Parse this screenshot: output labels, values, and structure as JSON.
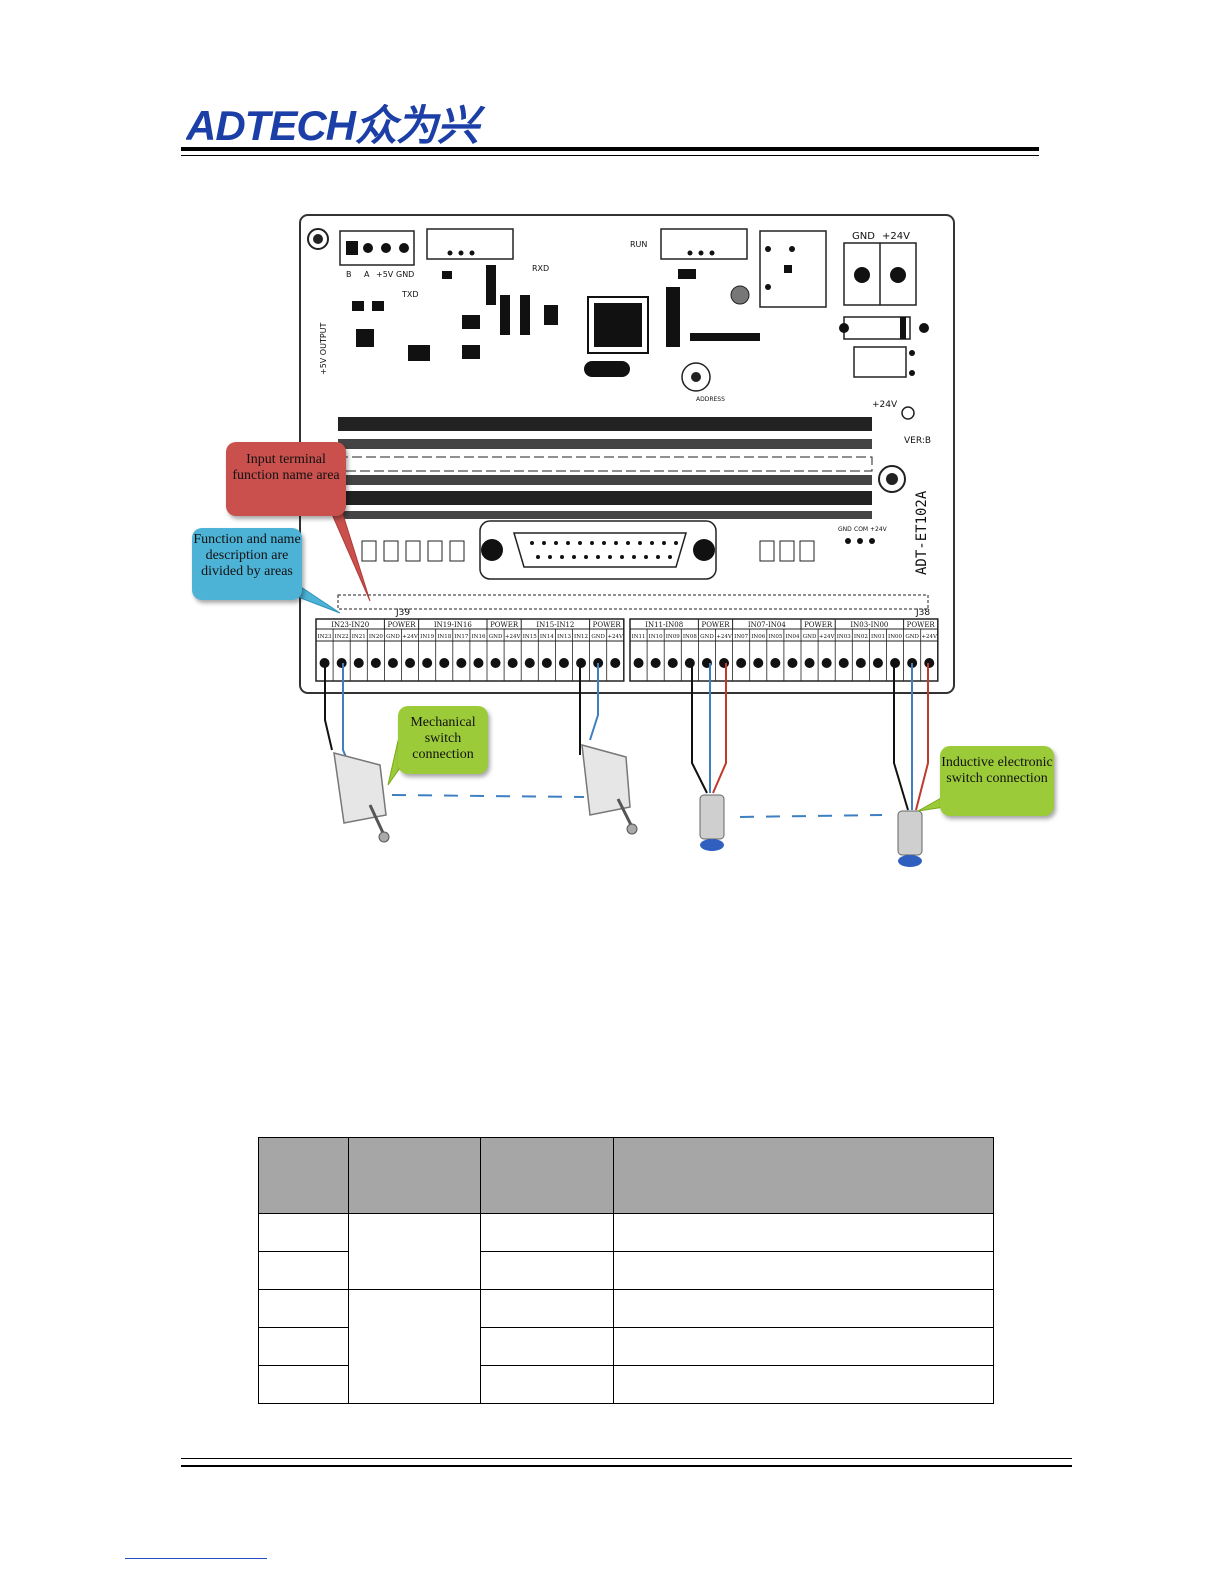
{
  "header": {
    "logo_text": "ADTECH众为兴"
  },
  "figure": {
    "callouts": {
      "input_terminal": "Input terminal function name area",
      "function_desc": "Function and name description are divided by areas",
      "mechanical": "Mechanical switch connection",
      "inductive": "Inductive electronic switch connection"
    },
    "board": {
      "model": "ADT-ET102A",
      "version": "VER:B",
      "power_labels": [
        "GND",
        "+24V"
      ],
      "top_connector_labels": [
        "B",
        "A",
        "+5V",
        "GND"
      ],
      "side_label": "+5V OUTPUT",
      "connector_ids": [
        "J39",
        "J38"
      ],
      "group_headers_left": [
        "IN23-IN20",
        "POWER",
        "IN19-IN16",
        "POWER",
        "IN15-IN12",
        "POWER"
      ],
      "group_headers_right": [
        "IN11-IN08",
        "POWER",
        "IN07-IN04",
        "POWER",
        "IN03-IN00",
        "POWER"
      ],
      "pins_left": [
        "IN23",
        "IN22",
        "IN21",
        "IN20",
        "GND",
        "+24V",
        "IN19",
        "IN18",
        "IN17",
        "IN16",
        "GND",
        "+24V",
        "IN15",
        "IN14",
        "IN13",
        "IN12",
        "GND",
        "+24V"
      ],
      "pins_right": [
        "IN11",
        "IN10",
        "IN09",
        "IN08",
        "GND",
        "+24V",
        "IN07",
        "IN06",
        "IN05",
        "IN04",
        "GND",
        "+24V",
        "IN03",
        "IN02",
        "IN01",
        "IN00",
        "GND",
        "+24V"
      ],
      "com_labels": [
        "GND",
        "COM",
        "+24V"
      ],
      "address_label": "ADDRESS",
      "status_labels": [
        "RUN",
        "TXD",
        "RXD"
      ]
    }
  },
  "colors": {
    "callout_red": "#c9504c",
    "callout_blue": "#4db3d6",
    "callout_green": "#9ccb3a",
    "logo_blue": "#1b3fa6",
    "table_header": "#a6a6a6"
  }
}
